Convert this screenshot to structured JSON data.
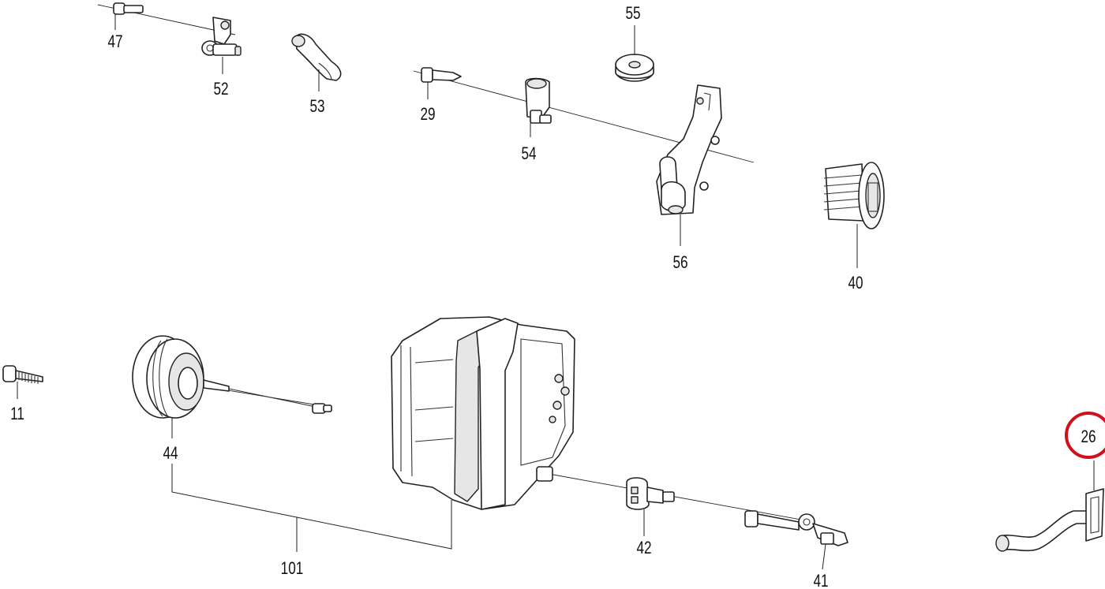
{
  "callouts": {
    "p47": "47",
    "p52": "52",
    "p53": "53",
    "p55": "55",
    "p29": "29",
    "p54": "54",
    "p56": "56",
    "p40": "40",
    "p11": "11",
    "p44": "44",
    "p101": "101",
    "p42": "42",
    "p41": "41",
    "p26": "26"
  },
  "highlight": {
    "part": "26",
    "color": "#d0111b"
  }
}
